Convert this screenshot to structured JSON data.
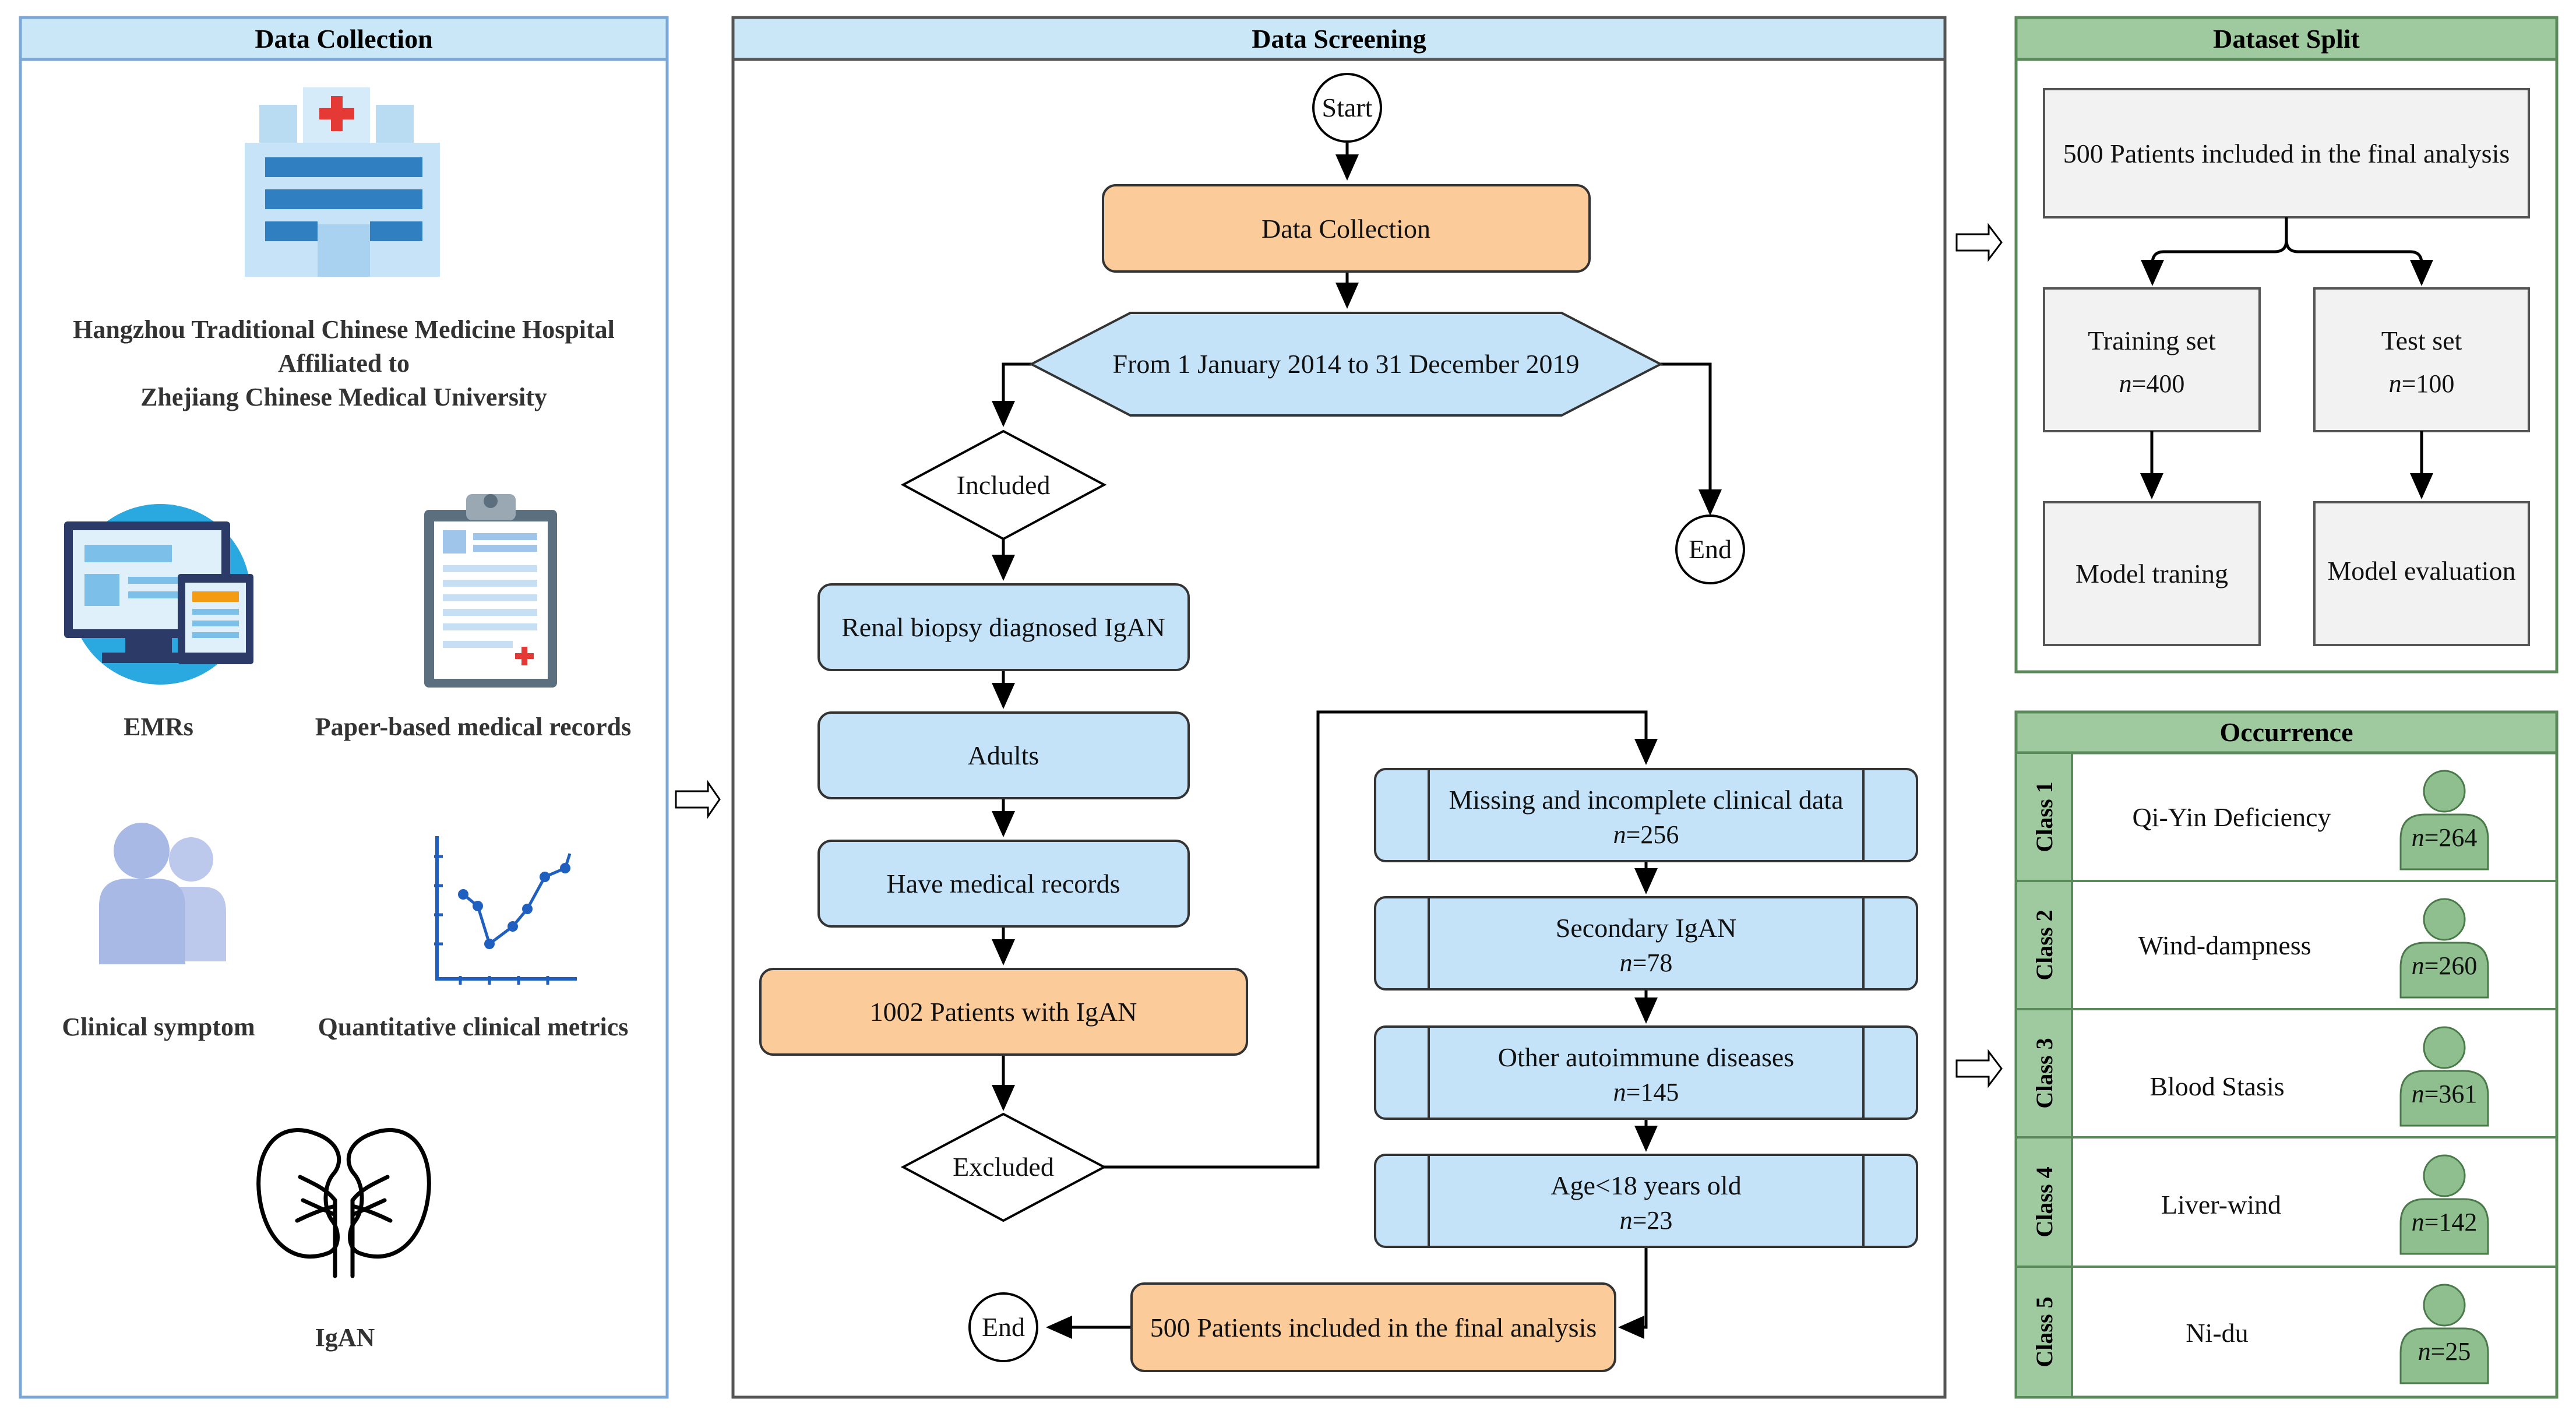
{
  "colors": {
    "panel_border_blue": "#7aa7d6",
    "panel_header_blue": "#c9e7f7",
    "panel_border_green": "#5a8a5a",
    "panel_header_green": "#9fc99f",
    "node_blue": "#c4e3f8",
    "node_orange": "#fbcb9a",
    "node_grey": "#f2f2f2",
    "person_green": "#8fbf8f"
  },
  "data_collection": {
    "title": "Data Collection",
    "hospital_name": {
      "line1": "Hangzhou Traditional Chinese Medicine Hospital",
      "line2": "Affiliated to",
      "line3": "Zhejiang Chinese Medical University"
    },
    "sources": {
      "emrs": "EMRs",
      "paper": "Paper-based medical records",
      "symptom": "Clinical symptom",
      "metrics": "Quantitative clinical metrics",
      "igan": "IgAN"
    }
  },
  "data_screening": {
    "title": "Data Screening",
    "start": "Start",
    "collection": "Data Collection",
    "period": "From 1 January 2014 to 31 December 2019",
    "included": "Included",
    "end_top": "End",
    "biopsy": "Renal biopsy diagnosed IgAN",
    "adults": "Adults",
    "records": "Have  medical records",
    "patients_1002": "1002 Patients with IgAN",
    "excluded": "Excluded",
    "end_bottom": "End",
    "final_500": "500 Patients included in the final analysis",
    "exclusions": [
      {
        "label": "Missing and incomplete clinical data",
        "n": "n",
        "count": "=256"
      },
      {
        "label": "Secondary IgAN",
        "n": "n",
        "count": "=78"
      },
      {
        "label": "Other autoimmune diseases",
        "n": "n",
        "count": "=145"
      },
      {
        "label": "Age<18 years old",
        "n": "n",
        "count": "=23"
      }
    ]
  },
  "dataset_split": {
    "title": "Dataset Split",
    "total": "500 Patients included in the final analysis",
    "training": {
      "label": "Training set",
      "n": "n",
      "count": "=400"
    },
    "test": {
      "label": "Test set",
      "n": "n",
      "count": "=100"
    },
    "model_training": "Model traning",
    "model_evaluation": "Model evaluation"
  },
  "occurrence": {
    "title": "Occurrence",
    "classes": [
      {
        "class": "Class 1",
        "name": "Qi-Yin Deficiency",
        "n": "n",
        "count": "=264"
      },
      {
        "class": "Class 2",
        "name": "Wind-dampness",
        "n": "n",
        "count": "=260"
      },
      {
        "class": "Class 3",
        "name": "Blood Stasis",
        "n": "n",
        "count": "=361"
      },
      {
        "class": "Class 4",
        "name": "Liver-wind",
        "n": "n",
        "count": "=142"
      },
      {
        "class": "Class 5",
        "name": "Ni-du",
        "n": "n",
        "count": "=25"
      }
    ]
  }
}
